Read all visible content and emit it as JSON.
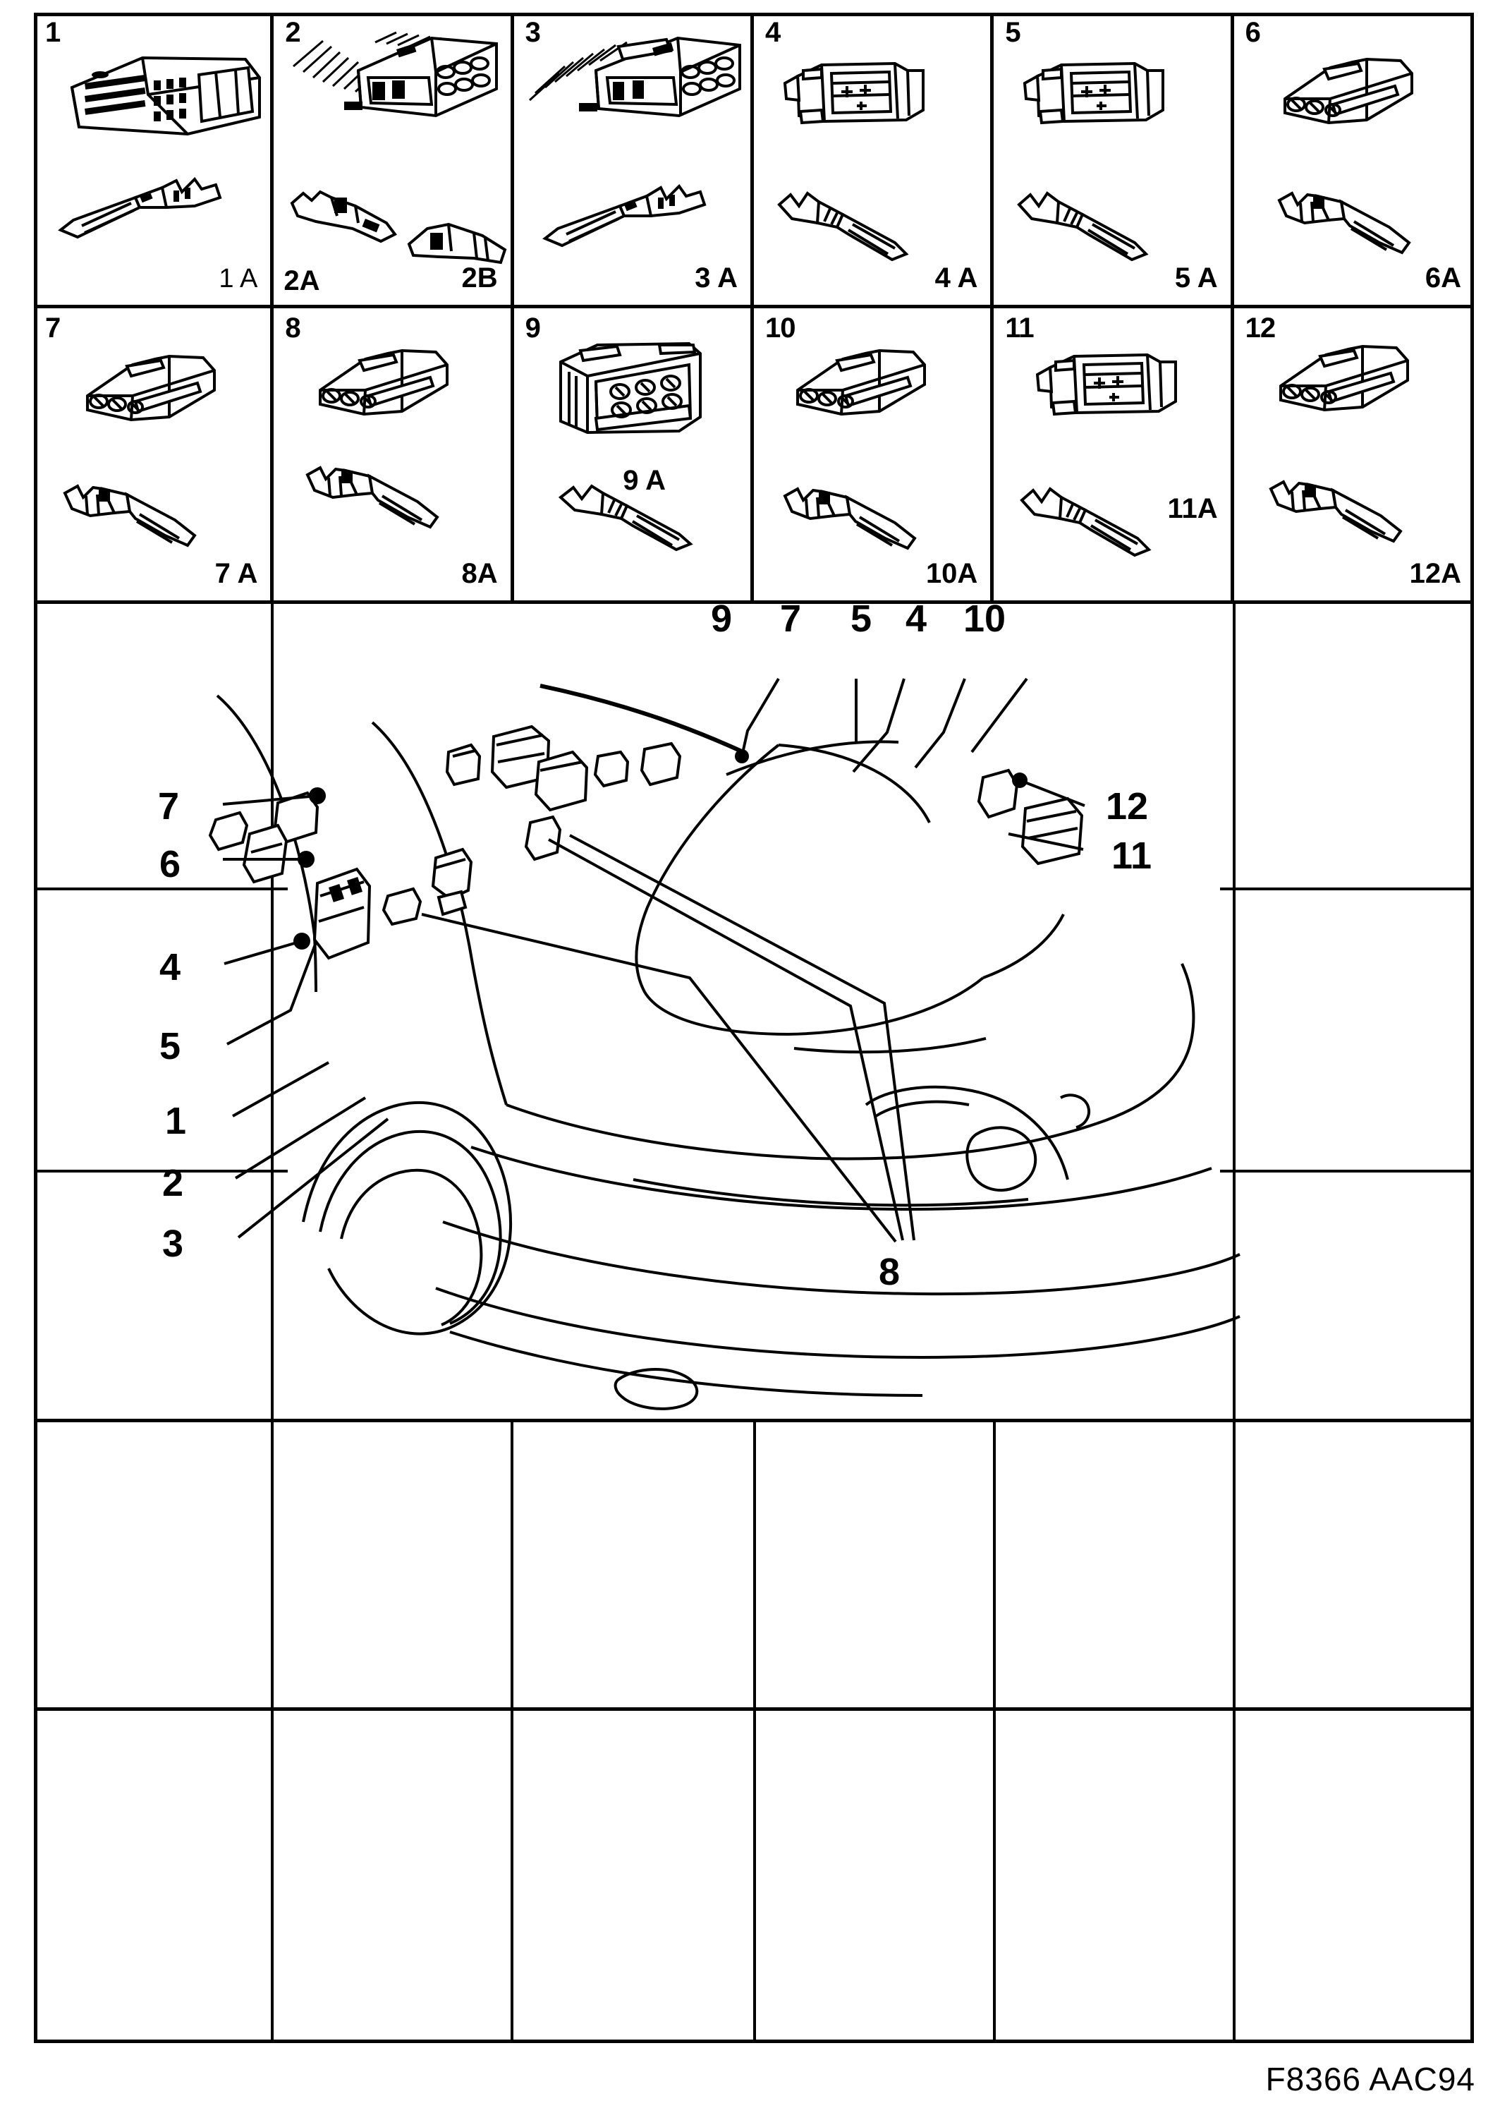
{
  "document": {
    "type": "automotive-connector-parts-plate",
    "footer_code": "F8366  AAC94"
  },
  "parts_grid": {
    "columns": 6,
    "rows": 2,
    "cells": [
      {
        "index": "1",
        "captions": [
          "1 A"
        ],
        "art": "multipin-connector-housing-large"
      },
      {
        "index": "2",
        "captions": [
          "2A",
          "2B"
        ],
        "art": "ribbed-multipin-connector"
      },
      {
        "index": "3",
        "captions": [
          "3 A"
        ],
        "art": "ribbed-multipin-connector"
      },
      {
        "index": "4",
        "captions": [
          "4 A"
        ],
        "art": "rectangular-relay-connector"
      },
      {
        "index": "5",
        "captions": [
          "5 A"
        ],
        "art": "rectangular-relay-connector"
      },
      {
        "index": "6",
        "captions": [
          "6A"
        ],
        "art": "three-way-connector-housing"
      },
      {
        "index": "7",
        "captions": [
          "7 A"
        ],
        "art": "three-way-connector-housing"
      },
      {
        "index": "8",
        "captions": [
          "8A"
        ],
        "art": "three-way-connector-housing"
      },
      {
        "index": "9",
        "captions": [
          "9 A"
        ],
        "art": "six-way-block-connector"
      },
      {
        "index": "10",
        "captions": [
          "10A"
        ],
        "art": "three-way-connector-housing"
      },
      {
        "index": "11",
        "captions": [
          "11A"
        ],
        "art": "rectangular-relay-connector"
      },
      {
        "index": "12",
        "captions": [
          "12A"
        ],
        "art": "three-way-connector-housing"
      }
    ]
  },
  "illustration": {
    "subject": "rear three-quarter view of hatchback car body showing connector locations",
    "callouts_top": [
      "9",
      "7",
      "5",
      "4",
      "10"
    ],
    "callouts_left": [
      "7",
      "6",
      "4",
      "5",
      "1",
      "2",
      "3"
    ],
    "callouts_right": [
      "12",
      "11"
    ],
    "callouts_bottom": [
      "8"
    ]
  },
  "colors": {
    "ink": "#000000",
    "paper": "#ffffff"
  }
}
